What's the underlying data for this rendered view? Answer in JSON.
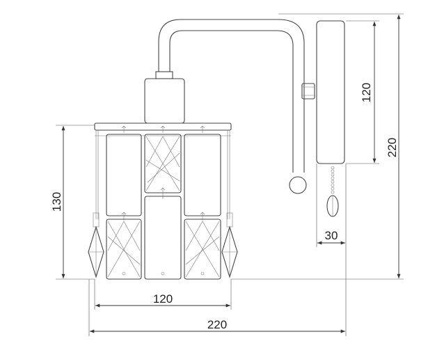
{
  "dimensions": {
    "shade_width": "120",
    "total_width": "220",
    "shade_height": "130",
    "backplate_height": "120",
    "total_height": "220",
    "backplate_depth": "30"
  }
}
